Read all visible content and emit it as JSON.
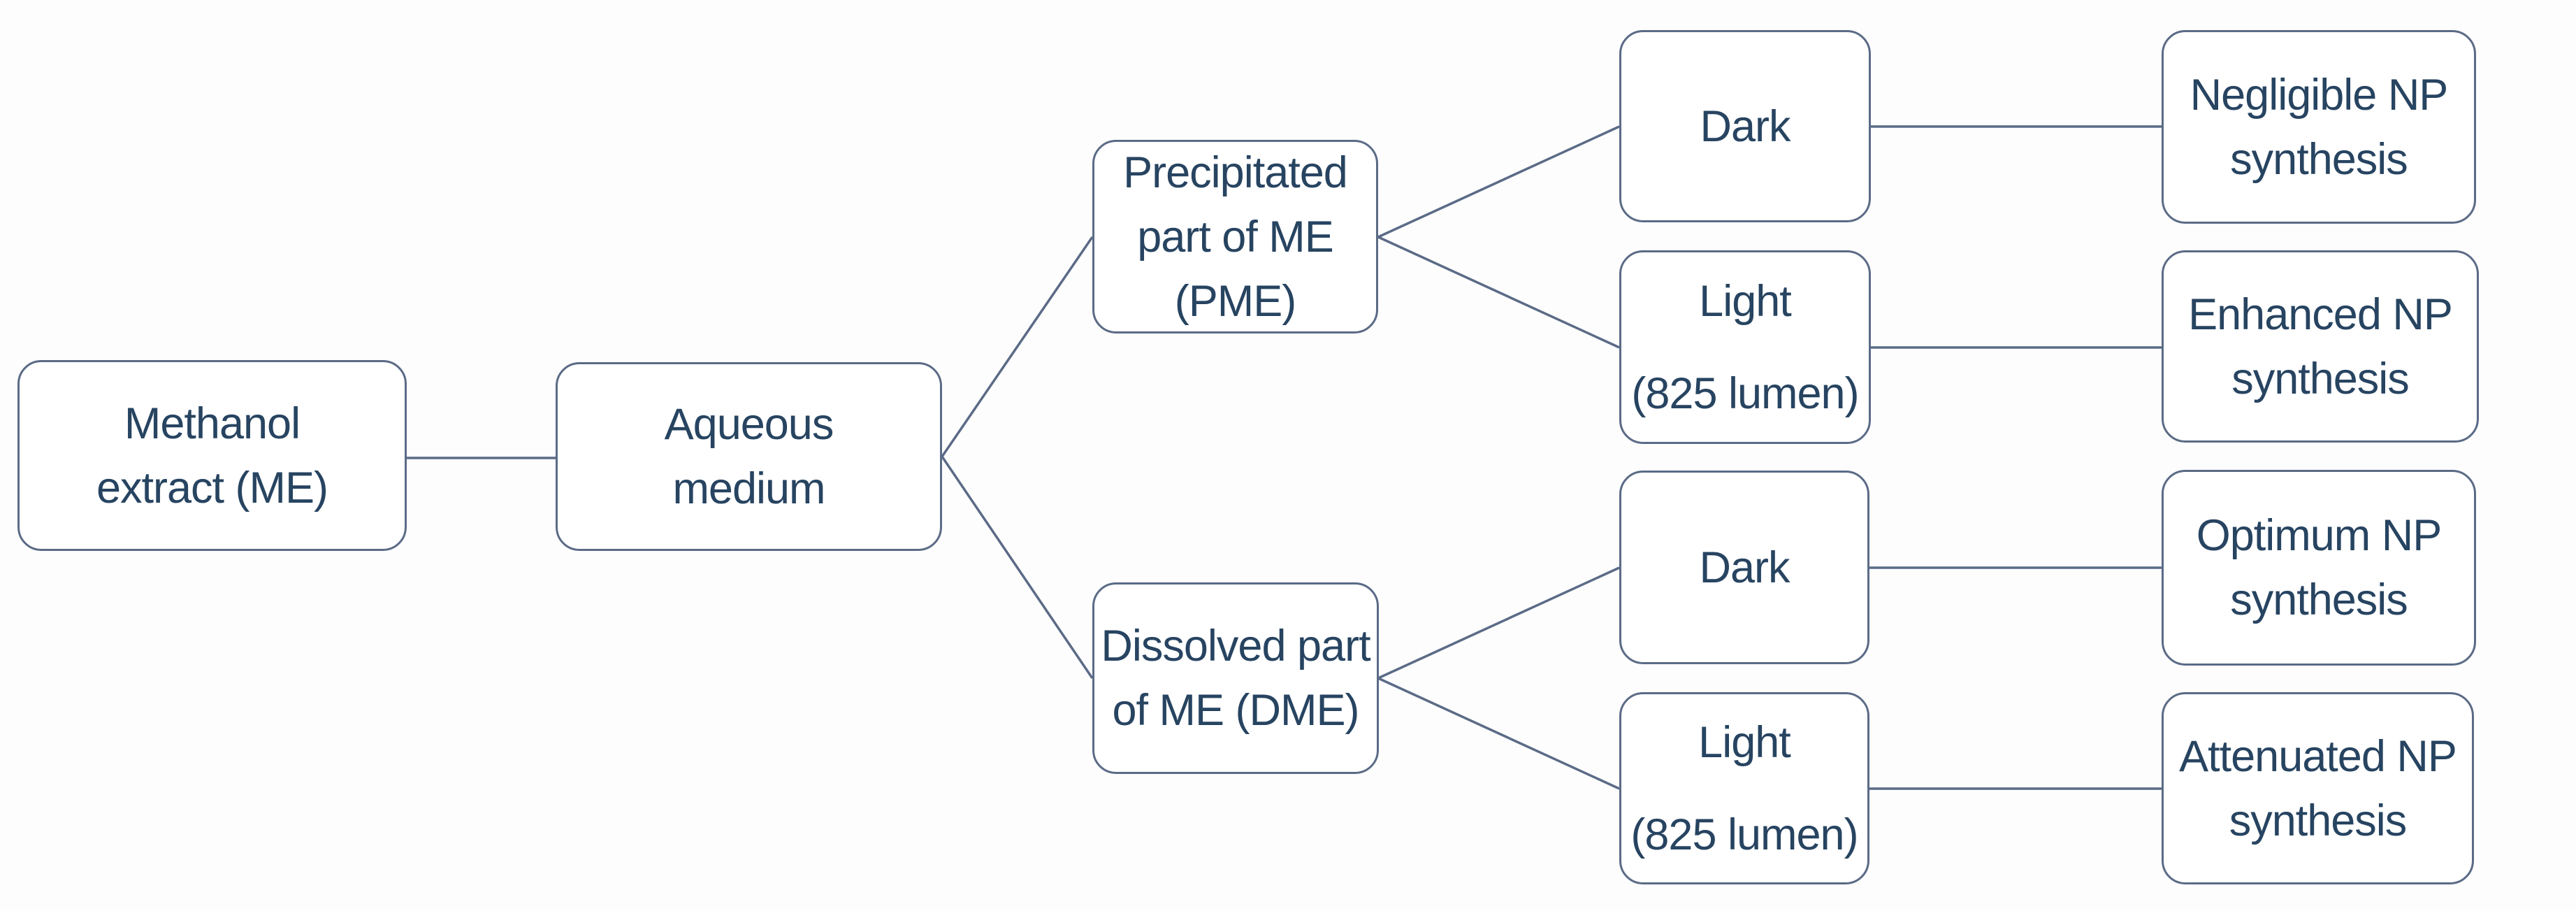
{
  "diagram": {
    "type": "flowchart",
    "background_color": "#fdfdfe",
    "node_fill_color": "#ffffff",
    "node_border_color": "#5b6b86",
    "connector_color": "#5b6b86",
    "text_color": "#274461",
    "nodes": {
      "methanol": {
        "label": "Methanol\nextract (ME)"
      },
      "aqueous": {
        "label": "Aqueous\nmedium"
      },
      "pme": {
        "label": "Precipitated\npart of ME\n(PME)"
      },
      "dme": {
        "label": "Dissolved part\nof ME (DME)"
      },
      "dark_pme": {
        "label": "Dark"
      },
      "light_pme": {
        "label": "Light\n(825 lumen)"
      },
      "dark_dme": {
        "label": "Dark"
      },
      "light_dme": {
        "label": "Light\n(825 lumen)"
      },
      "negligible": {
        "label": "Negligible NP\nsynthesis"
      },
      "enhanced": {
        "label": "Enhanced NP\nsynthesis"
      },
      "optimum": {
        "label": "Optimum NP\nsynthesis"
      },
      "attenuated": {
        "label": "Attenuated NP\nsynthesis"
      }
    },
    "edges": [
      {
        "from": "Methanol extract (ME)",
        "to": "Aqueous medium"
      },
      {
        "from": "Aqueous medium",
        "to": "Precipitated part of ME (PME)"
      },
      {
        "from": "Aqueous medium",
        "to": "Dissolved part of ME (DME)"
      },
      {
        "from": "Precipitated part of ME (PME)",
        "to": "Dark"
      },
      {
        "from": "Precipitated part of ME (PME)",
        "to": "Light (825 lumen)"
      },
      {
        "from": "Dissolved part of ME (DME)",
        "to": "Dark"
      },
      {
        "from": "Dissolved part of ME (DME)",
        "to": "Light (825 lumen)"
      },
      {
        "from": "Dark (PME)",
        "to": "Negligible NP synthesis"
      },
      {
        "from": "Light (PME)",
        "to": "Enhanced NP synthesis"
      },
      {
        "from": "Dark (DME)",
        "to": "Optimum NP synthesis"
      },
      {
        "from": "Light (DME)",
        "to": "Attenuated NP synthesis"
      }
    ]
  }
}
